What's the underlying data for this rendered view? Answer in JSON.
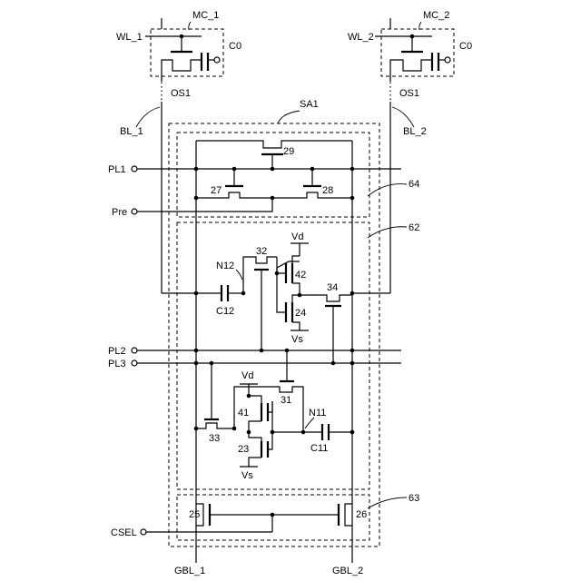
{
  "labels": {
    "wl_1": "WL_1",
    "mc_1": "MC_1",
    "c0_1": "C0",
    "os1_1": "OS1",
    "wl_2": "WL_2",
    "mc_2": "MC_2",
    "c0_2": "C0",
    "os1_2": "OS1",
    "bl_1": "BL_1",
    "bl_2": "BL_2",
    "sa1": "SA1",
    "pl1": "PL1",
    "pre": "Pre",
    "pl2": "PL2",
    "pl3": "PL3",
    "csel": "CSEL",
    "gbl_1": "GBL_1",
    "gbl_2": "GBL_2",
    "n12": "N12",
    "n11": "N11",
    "c12": "C12",
    "c11": "C11",
    "vd_top": "Vd",
    "vs_top": "Vs",
    "vd_bot": "Vd",
    "vs_bot": "Vs",
    "t29": "29",
    "t27": "27",
    "t28": "28",
    "t32": "32",
    "t42": "42",
    "t34": "34",
    "t24": "24",
    "t31": "31",
    "t41": "41",
    "t33": "33",
    "t23": "23",
    "t25": "25",
    "t26": "26",
    "b64": "64",
    "b62": "62",
    "b63": "63"
  }
}
